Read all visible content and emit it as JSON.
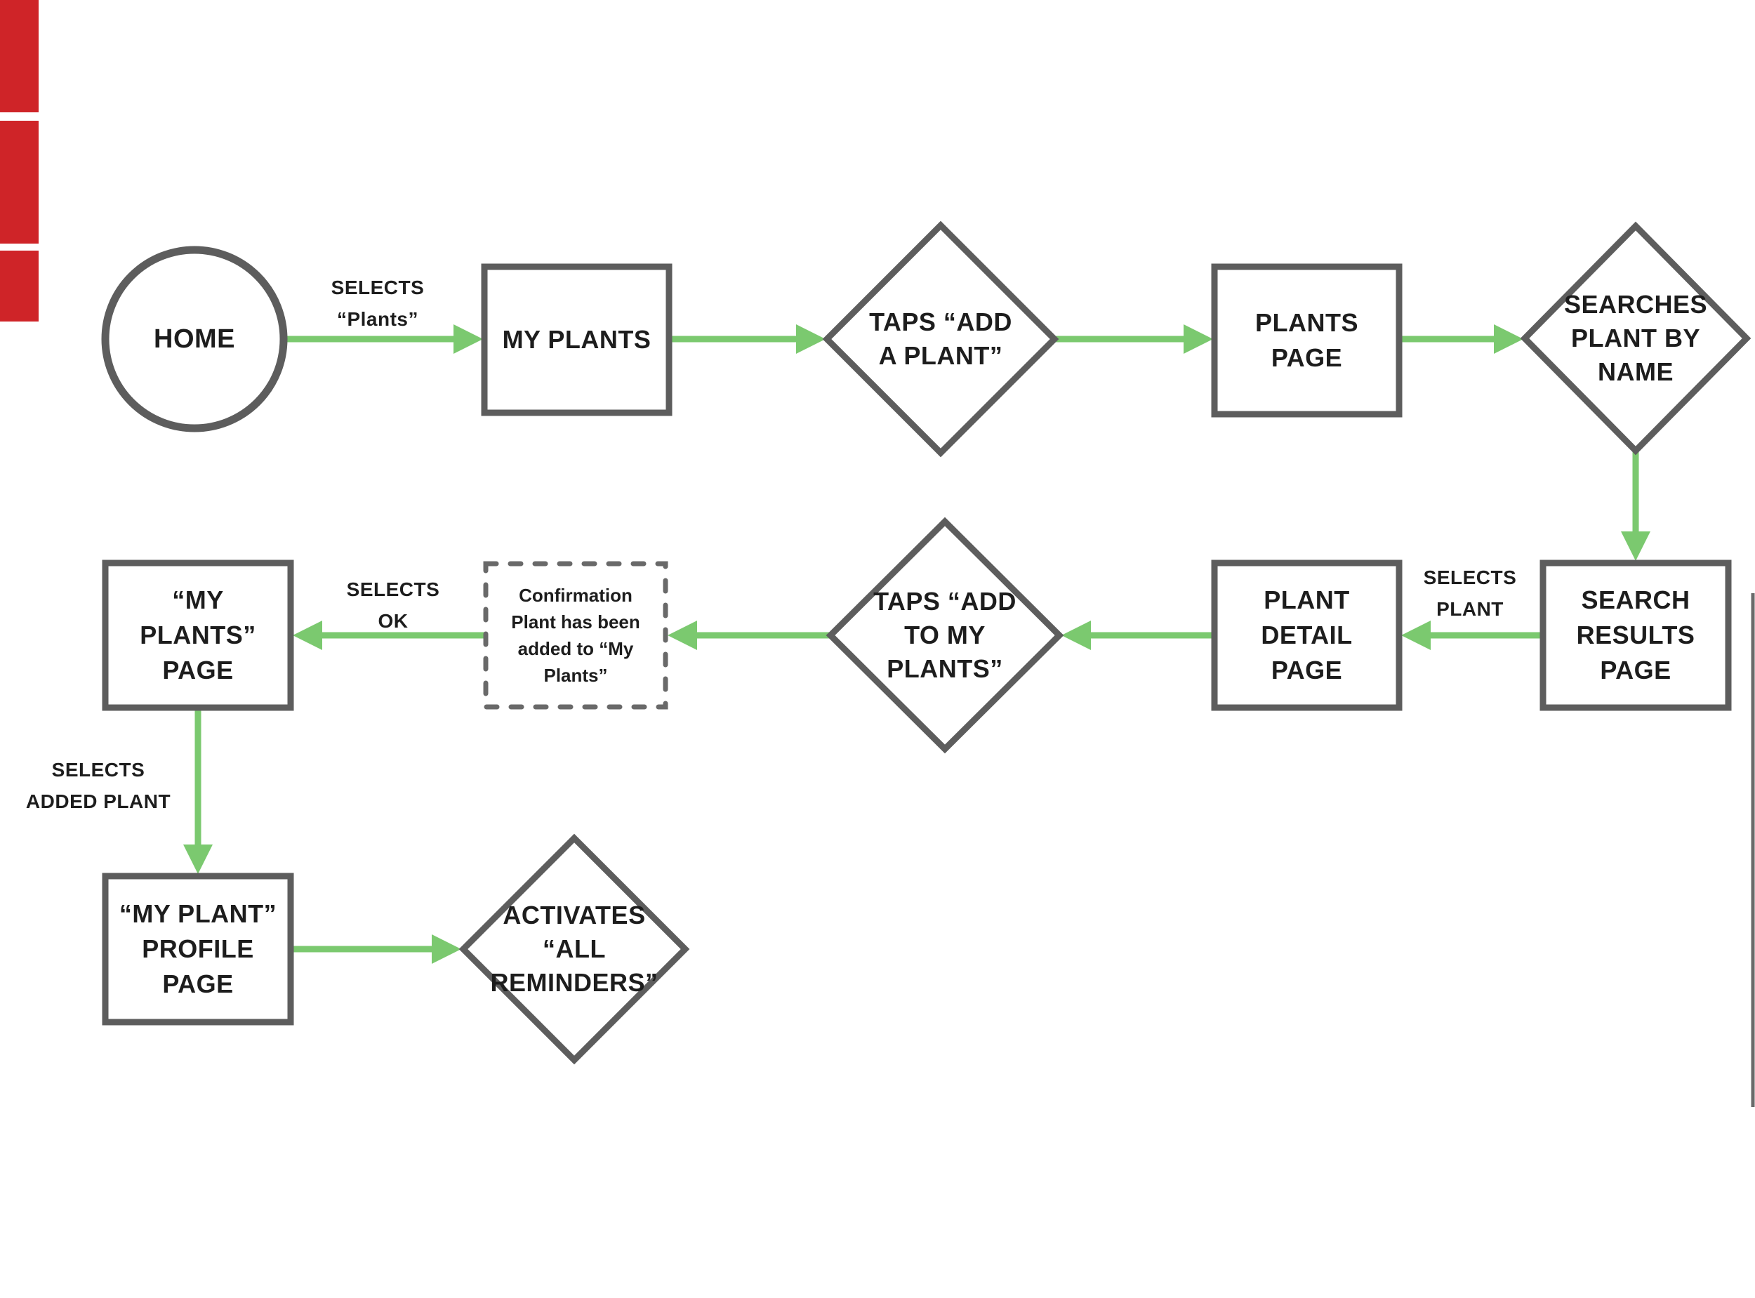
{
  "diagram": {
    "type": "flowchart",
    "colors": {
      "arrow_green": "#7bc96f",
      "shape_border_gray": "#5d5d5d",
      "dashed_border_gray": "#696969",
      "text": "#1d1d1d",
      "left_edge_artifact_red": "#cf2428"
    },
    "nodes": [
      {
        "id": "home",
        "shape": "circle",
        "label": "HOME"
      },
      {
        "id": "my-plants",
        "shape": "rect",
        "label": "MY PLANTS"
      },
      {
        "id": "taps-add-a-plant",
        "shape": "diamond",
        "label": "TAPS “ADD\nA PLANT”"
      },
      {
        "id": "plants-page",
        "shape": "rect",
        "label": "PLANTS\nPAGE"
      },
      {
        "id": "searches-plant-by-name",
        "shape": "diamond",
        "label": "SEARCHES\nPLANT BY\nNAME"
      },
      {
        "id": "search-results-page",
        "shape": "rect",
        "label": "SEARCH\nRESULTS\nPAGE"
      },
      {
        "id": "plant-detail-page",
        "shape": "rect",
        "label": "PLANT\nDETAIL\nPAGE"
      },
      {
        "id": "taps-add-to-my-plants",
        "shape": "diamond",
        "label": "TAPS “ADD\nTO MY\nPLANTS”"
      },
      {
        "id": "confirmation",
        "shape": "dashed-rect",
        "label": "Confirmation\nPlant has been\nadded to “My\nPlants”"
      },
      {
        "id": "my-plants-page",
        "shape": "rect",
        "label": "“MY\nPLANTS”\nPAGE"
      },
      {
        "id": "my-plant-profile-page",
        "shape": "rect",
        "label": "“MY PLANT”\nPROFILE\nPAGE"
      },
      {
        "id": "activates-all-reminders",
        "shape": "diamond",
        "label": "ACTIVATES\n“ALL\nREMINDERS”"
      }
    ],
    "edges": [
      {
        "from": "home",
        "to": "my-plants",
        "label": "SELECTS\n“Plants”"
      },
      {
        "from": "my-plants",
        "to": "taps-add-a-plant",
        "label": ""
      },
      {
        "from": "taps-add-a-plant",
        "to": "plants-page",
        "label": ""
      },
      {
        "from": "plants-page",
        "to": "searches-plant-by-name",
        "label": ""
      },
      {
        "from": "searches-plant-by-name",
        "to": "search-results-page",
        "label": ""
      },
      {
        "from": "search-results-page",
        "to": "plant-detail-page",
        "label": "SELECTS\nPLANT"
      },
      {
        "from": "plant-detail-page",
        "to": "taps-add-to-my-plants",
        "label": ""
      },
      {
        "from": "taps-add-to-my-plants",
        "to": "confirmation",
        "label": ""
      },
      {
        "from": "confirmation",
        "to": "my-plants-page",
        "label": "SELECTS\nOK"
      },
      {
        "from": "my-plants-page",
        "to": "my-plant-profile-page",
        "label": "SELECTS\nADDED PLANT"
      },
      {
        "from": "my-plant-profile-page",
        "to": "activates-all-reminders",
        "label": ""
      }
    ]
  }
}
